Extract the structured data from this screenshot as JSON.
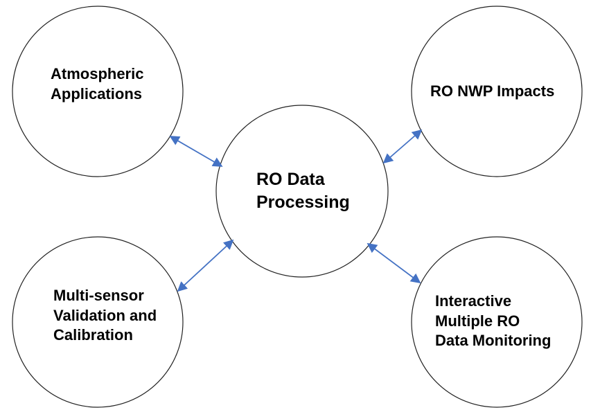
{
  "nodes": {
    "center": "RO Data\nProcessing",
    "top_left": "Atmospheric\nApplications",
    "top_right": "RO NWP Impacts",
    "bottom_left": "Multi-sensor\nValidation and\nCalibration",
    "bottom_right": "Interactive\nMultiple RO\nData Monitoring"
  },
  "colors": {
    "arrow": "#4472C4",
    "circle_stroke": "#222222"
  }
}
